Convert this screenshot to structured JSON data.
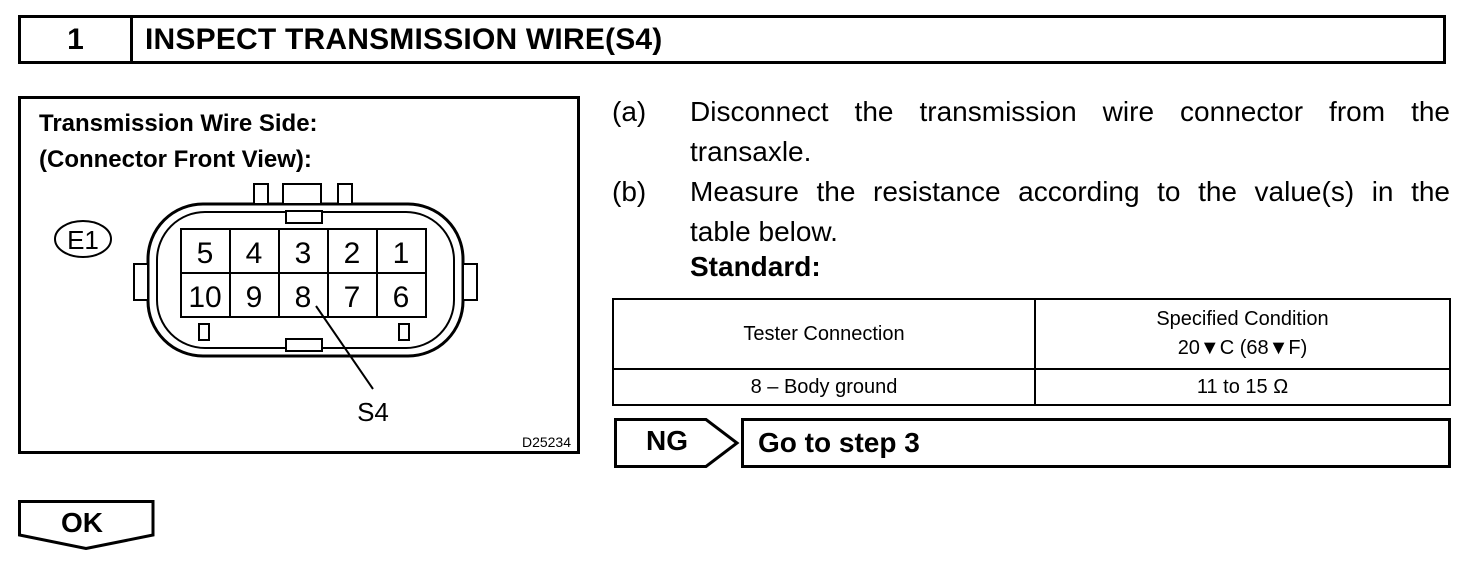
{
  "step": {
    "number": "1",
    "title": "INSPECT TRANSMISSION WIRE(S4)"
  },
  "figure": {
    "caption_line1": "Transmission Wire Side:",
    "caption_line2": "(Connector Front View):",
    "connector_id": "E1",
    "pins_row1": [
      "5",
      "4",
      "3",
      "2",
      "1"
    ],
    "pins_row2": [
      "10",
      "9",
      "8",
      "7",
      "6"
    ],
    "callout": "S4",
    "figure_code": "D25234"
  },
  "instructions": [
    {
      "label": "(a)",
      "line1": "Disconnect the transmission wire connector from the",
      "line2": "transaxle."
    },
    {
      "label": "(b)",
      "line1": "Measure the resistance according to the value(s) in the",
      "line2": "table below."
    }
  ],
  "standard_label": "Standard:",
  "table": {
    "header_col1": "Tester Connection",
    "header_col2_line1": "Specified Condition",
    "header_col2_line2": "20▼C (68▼F)",
    "row_col1": "8 – Body ground",
    "row_col2": "11 to 15 Ω"
  },
  "ng": {
    "label": "NG",
    "action": "Go to step 3"
  },
  "ok": {
    "label": "OK"
  }
}
